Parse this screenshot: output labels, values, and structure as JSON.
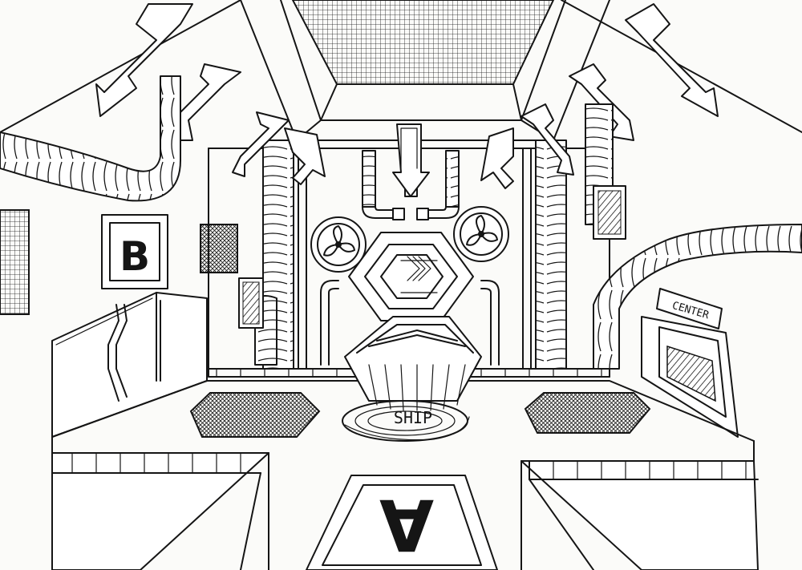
{
  "signs": {
    "wall_letter": "B",
    "floor_letter": "A",
    "center_sign": "CENTER",
    "portal_label": "SHIP"
  },
  "style": {
    "ink": "#151515",
    "paper": "#fbfbf9"
  }
}
